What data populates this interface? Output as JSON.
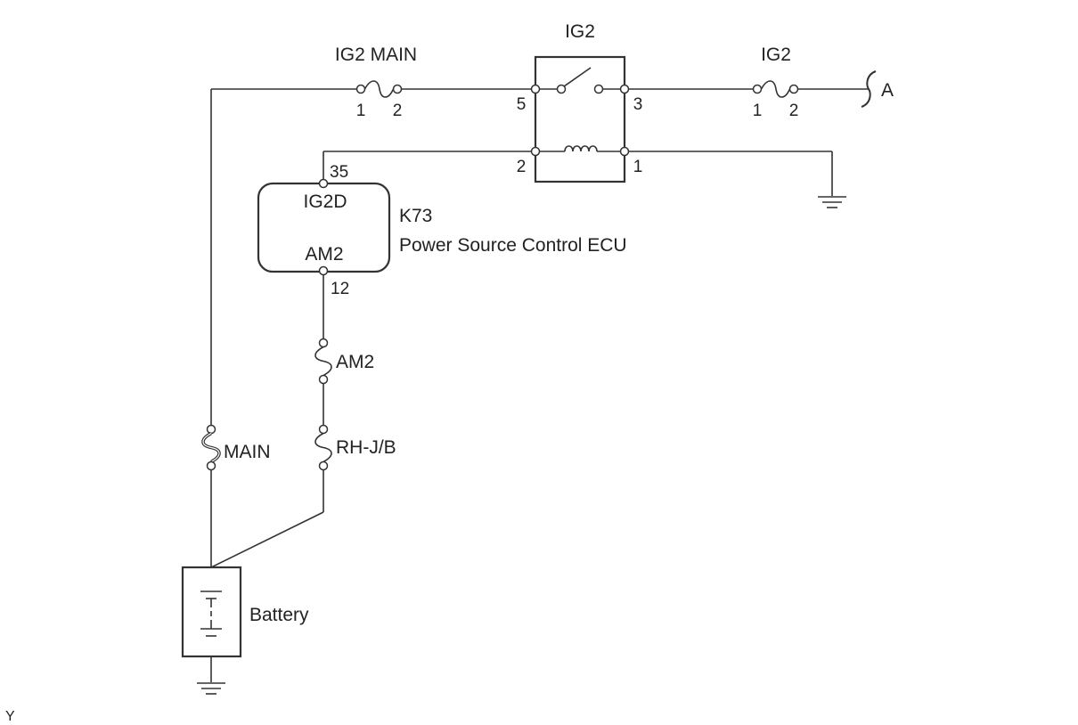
{
  "fuses": {
    "ig2_main": {
      "name": "IG2 MAIN",
      "pin_left": "1",
      "pin_right": "2"
    },
    "ig2": {
      "name": "IG2",
      "pin_left": "1",
      "pin_right": "2"
    },
    "am2": {
      "name": "AM2"
    },
    "rh_jb": {
      "name": "RH-J/B"
    },
    "main": {
      "name": "MAIN"
    }
  },
  "relay": {
    "name": "IG2",
    "pin_switch_in": "5",
    "pin_switch_out": "3",
    "pin_coil_in": "2",
    "pin_coil_out": "1"
  },
  "connector": {
    "label": "A"
  },
  "ecu": {
    "code": "K73",
    "name": "Power Source Control ECU",
    "terminal_top": "IG2D",
    "terminal_bottom": "AM2",
    "pin_top": "35",
    "pin_bottom": "12"
  },
  "battery": {
    "label": "Battery"
  },
  "corner_mark": "Y"
}
